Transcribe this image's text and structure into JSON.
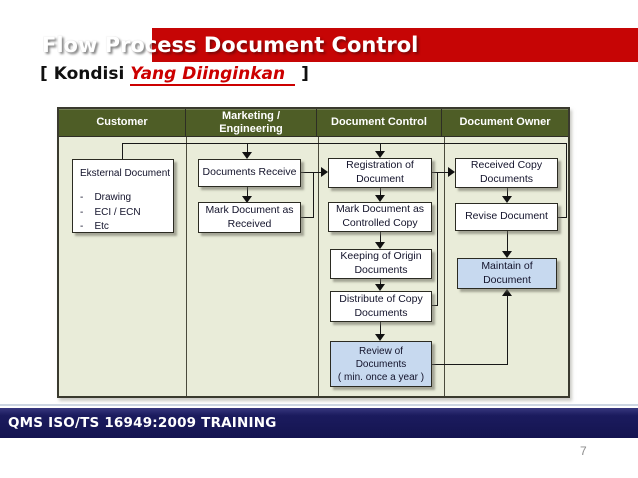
{
  "slide": {
    "title_ghost": "Flow Pro",
    "title_red": "cess Document Control",
    "subtitle_open": "[ Kondisi",
    "subtitle_highlight": "Yang Diinginkan",
    "subtitle_close": "]",
    "page_number": "7"
  },
  "table": {
    "headers": [
      "Customer",
      "Marketing /\nEngineering",
      "Document Control",
      "Document Owner"
    ]
  },
  "flowchart": {
    "customer": {
      "eksternal": {
        "title": "Eksternal Document",
        "items": [
          "-    Drawing",
          "-    ECI / ECN",
          "-    Etc"
        ]
      }
    },
    "marketing": {
      "documents_receive": {
        "lines": [
          "Documents Receive"
        ]
      },
      "mark_received": {
        "lines": [
          "Mark Document as",
          "Received"
        ]
      }
    },
    "document_control": {
      "registration": {
        "lines": [
          "Registration of",
          "Document"
        ]
      },
      "mark_controlled": {
        "lines": [
          "Mark Document as",
          "Controlled Copy"
        ]
      },
      "keeping": {
        "lines": [
          "Keeping of Origin",
          "Documents"
        ]
      },
      "distribute": {
        "lines": [
          "Distribute of Copy",
          "Documents"
        ]
      },
      "review": {
        "lines": [
          "Review of",
          "Documents",
          "( min. once a year )"
        ]
      }
    },
    "document_owner": {
      "received_copy": {
        "lines": [
          "Received Copy",
          "Documents"
        ]
      },
      "revise": {
        "lines": [
          "Revise Document"
        ]
      },
      "maintain": {
        "lines": [
          "Maintain of",
          "Document"
        ]
      }
    }
  },
  "footer": {
    "label": "QMS ISO/TS 16949:2009 TRAINING"
  },
  "colors": {
    "accent_red": "#c60505",
    "header_green": "#4e5d26",
    "table_bg": "#e9ecd9",
    "highlight_blue": "#c7d9ef",
    "footer_navy": "#1b1b5e"
  }
}
